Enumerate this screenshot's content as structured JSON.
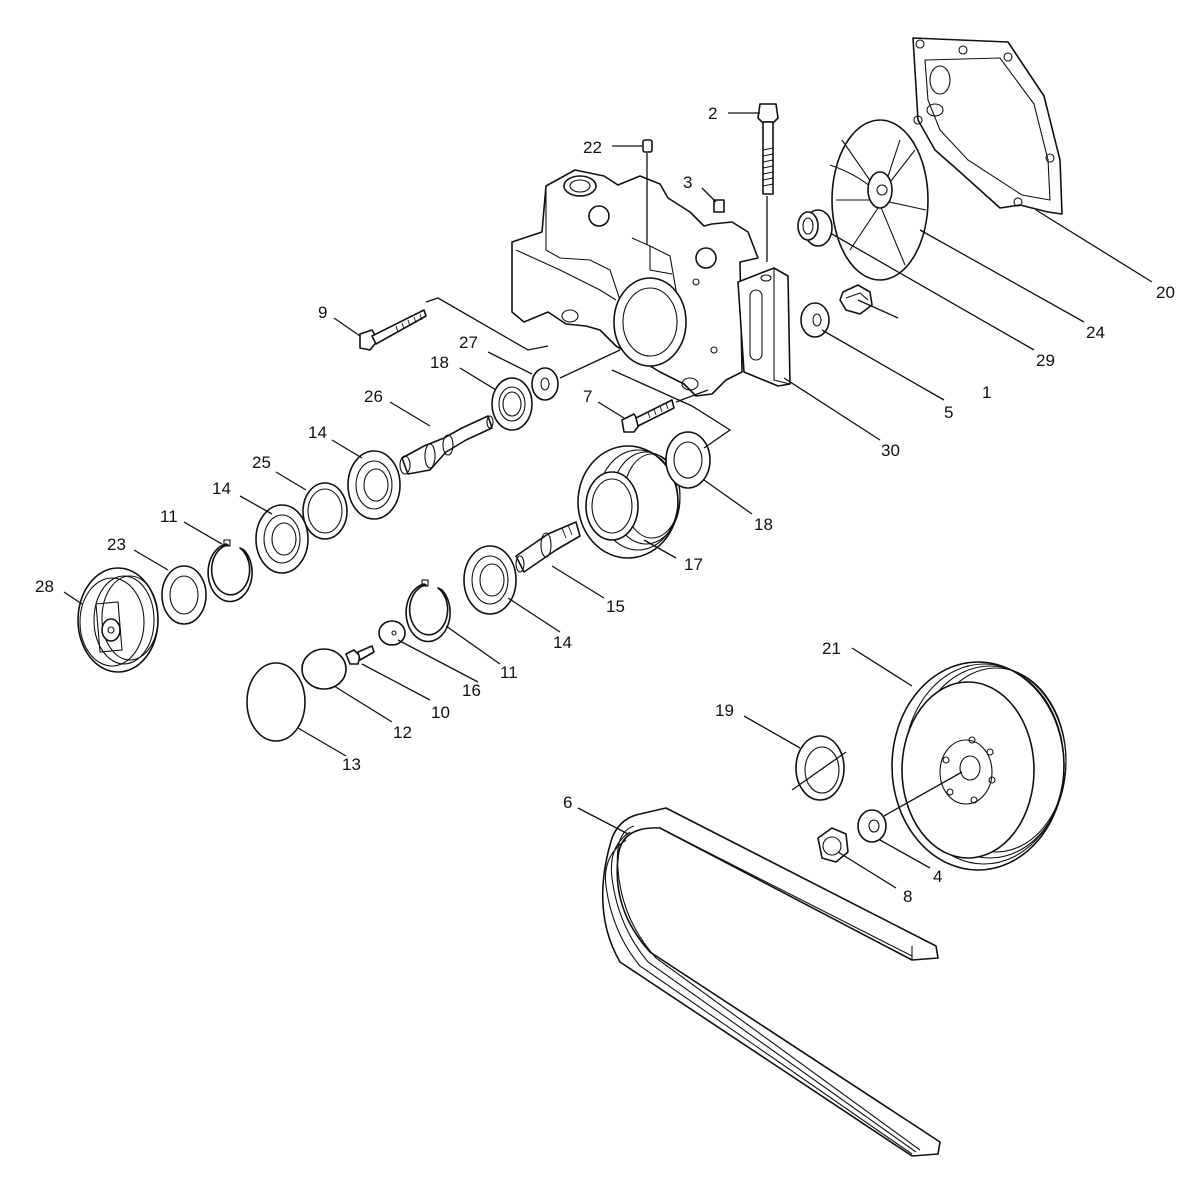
{
  "diagram": {
    "callouts": [
      {
        "label": "1"
      },
      {
        "label": "2"
      },
      {
        "label": "3"
      },
      {
        "label": "4"
      },
      {
        "label": "5"
      },
      {
        "label": "6"
      },
      {
        "label": "7"
      },
      {
        "label": "8"
      },
      {
        "label": "9"
      },
      {
        "label": "10"
      },
      {
        "label": "11"
      },
      {
        "label": "11"
      },
      {
        "label": "12"
      },
      {
        "label": "13"
      },
      {
        "label": "14"
      },
      {
        "label": "14"
      },
      {
        "label": "14"
      },
      {
        "label": "15"
      },
      {
        "label": "16"
      },
      {
        "label": "17"
      },
      {
        "label": "18"
      },
      {
        "label": "18"
      },
      {
        "label": "19"
      },
      {
        "label": "20"
      },
      {
        "label": "21"
      },
      {
        "label": "22"
      },
      {
        "label": "23"
      },
      {
        "label": "24"
      },
      {
        "label": "25"
      },
      {
        "label": "26"
      },
      {
        "label": "27"
      },
      {
        "label": "28"
      },
      {
        "label": "29"
      },
      {
        "label": "30"
      }
    ]
  }
}
